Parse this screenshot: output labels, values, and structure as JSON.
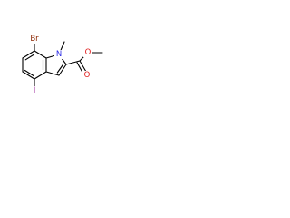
{
  "molecule": {
    "atoms": {
      "bromine": "Br",
      "nitrogen": "N",
      "iodine": "I",
      "carbonyl_oxygen": "O",
      "ester_oxygen": "O"
    },
    "colors": {
      "bond": "#000000",
      "bromine": "#8B2500",
      "nitrogen": "#2C2CE6",
      "iodine": "#8B008B",
      "oxygen": "#E01B1B",
      "background": "#FFFFFF"
    }
  }
}
